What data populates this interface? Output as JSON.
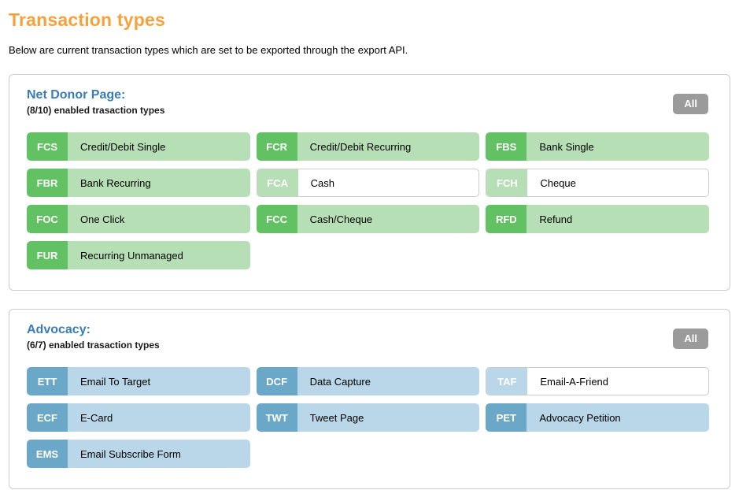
{
  "page": {
    "title": "Transaction types",
    "subtitle": "Below are current transaction types which are set to be exported through the export API."
  },
  "colors": {
    "accent_orange": "#F7A13C",
    "heading_blue": "#3A7CB4",
    "green_badge": "#62C162",
    "green_body": "#B7DFB5",
    "blue_badge": "#6BA7C7",
    "blue_body": "#B9D7E8",
    "all_button_gray": "#9B9B9B",
    "panel_border": "#CCCCCC"
  },
  "sections": [
    {
      "title": "Net Donor Page:",
      "count_text": "(8/10) enabled trasaction types",
      "all_button_label": "All",
      "theme": "green",
      "tiles": [
        {
          "code": "FCS",
          "label": "Credit/Debit Single",
          "enabled": true
        },
        {
          "code": "FCR",
          "label": "Credit/Debit Recurring",
          "enabled": true
        },
        {
          "code": "FBS",
          "label": "Bank Single",
          "enabled": true
        },
        {
          "code": "FBR",
          "label": "Bank Recurring",
          "enabled": true
        },
        {
          "code": "FCA",
          "label": "Cash",
          "enabled": false
        },
        {
          "code": "FCH",
          "label": "Cheque",
          "enabled": false
        },
        {
          "code": "FOC",
          "label": "One Click",
          "enabled": true
        },
        {
          "code": "FCC",
          "label": "Cash/Cheque",
          "enabled": true
        },
        {
          "code": "RFD",
          "label": "Refund",
          "enabled": true
        },
        {
          "code": "FUR",
          "label": "Recurring Unmanaged",
          "enabled": true
        }
      ]
    },
    {
      "title": "Advocacy:",
      "count_text": "(6/7) enabled trasaction types",
      "all_button_label": "All",
      "theme": "blue",
      "tiles": [
        {
          "code": "ETT",
          "label": "Email To Target",
          "enabled": true
        },
        {
          "code": "DCF",
          "label": "Data Capture",
          "enabled": true
        },
        {
          "code": "TAF",
          "label": "Email-A-Friend",
          "enabled": false
        },
        {
          "code": "ECF",
          "label": "E-Card",
          "enabled": true
        },
        {
          "code": "TWT",
          "label": "Tweet Page",
          "enabled": true
        },
        {
          "code": "PET",
          "label": "Advocacy Petition",
          "enabled": true
        },
        {
          "code": "EMS",
          "label": "Email Subscribe Form",
          "enabled": true
        }
      ]
    }
  ]
}
